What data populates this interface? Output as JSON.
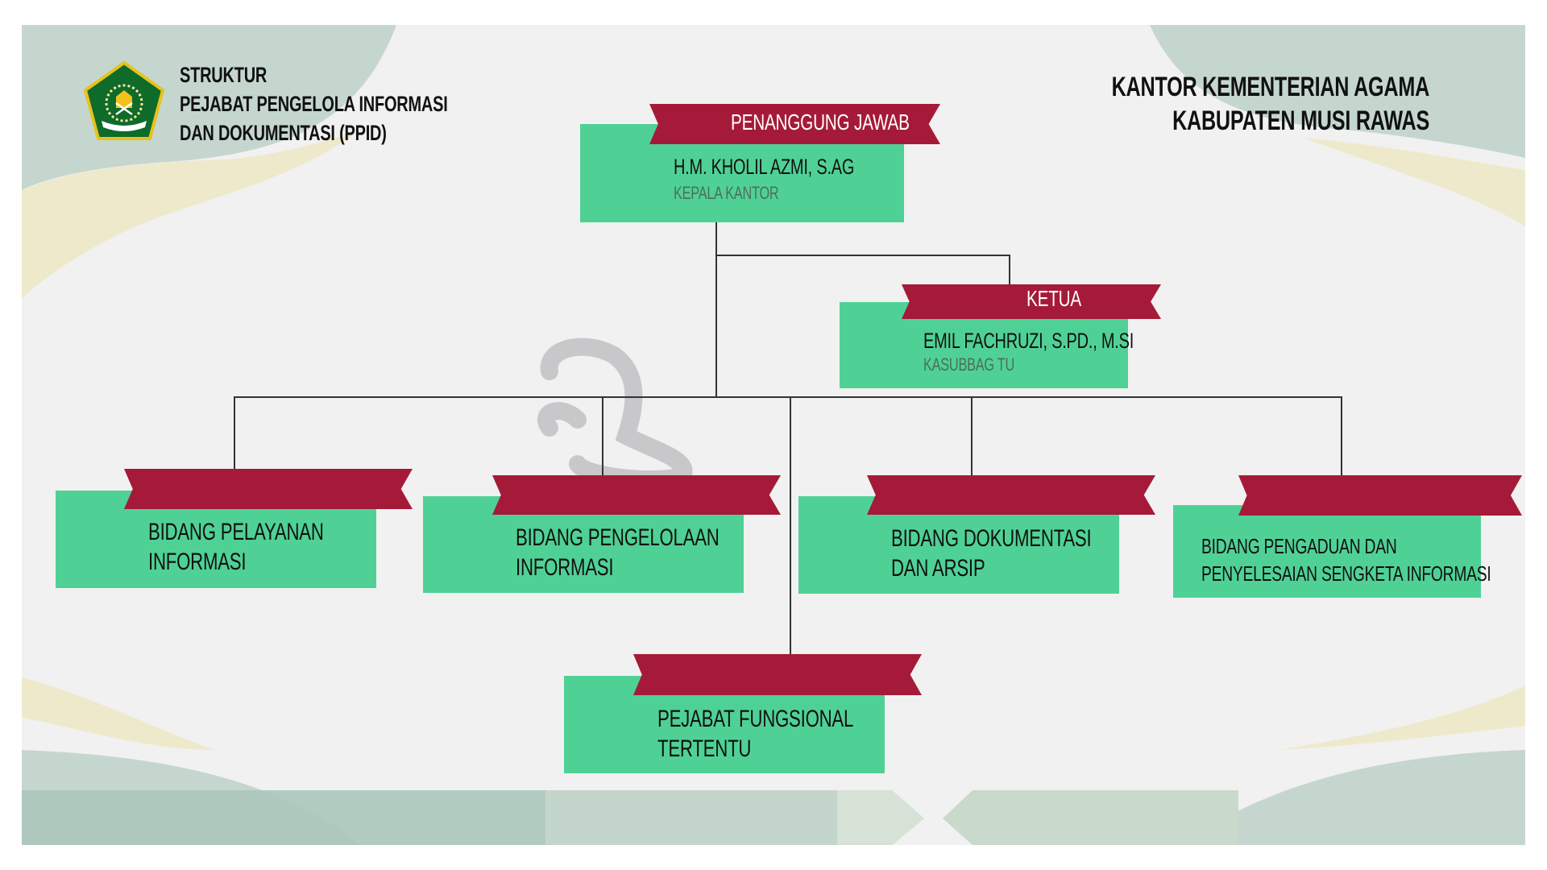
{
  "header": {
    "title_lines": [
      "STRUKTUR",
      "PEJABAT PENGELOLA INFORMASI",
      "DAN DOKUMENTASI (PPID)"
    ],
    "org_lines": [
      "KANTOR KEMENTERIAN AGAMA",
      "KABUPATEN MUSI RAWAS"
    ],
    "logo": "kementerian-agama-emblem"
  },
  "colors": {
    "box": "#4fd196",
    "ribbon": "#a51a38",
    "background": "#f1f1f1"
  },
  "chart": {
    "head": {
      "ribbon": "PENANGGUNG JAWAB",
      "name": "H.M. KHOLIL AZMI, S.AG",
      "role": "KEPALA KANTOR"
    },
    "chair": {
      "ribbon": "KETUA",
      "name": "EMIL FACHRUZI, S.PD., M.SI",
      "role": "KASUBBAG TU"
    },
    "units": [
      {
        "lines": [
          "BIDANG PELAYANAN",
          "INFORMASI"
        ]
      },
      {
        "lines": [
          "BIDANG PENGELOLAAN",
          "INFORMASI"
        ]
      },
      {
        "lines": [
          "BIDANG DOKUMENTASI",
          "DAN ARSIP"
        ]
      },
      {
        "lines": [
          "BIDANG PENGADUAN DAN",
          "PENYELESAIAN SENGKETA INFORMASI"
        ]
      },
      {
        "lines": [
          "PEJABAT FUNGSIONAL",
          "TERTENTU"
        ]
      }
    ]
  }
}
